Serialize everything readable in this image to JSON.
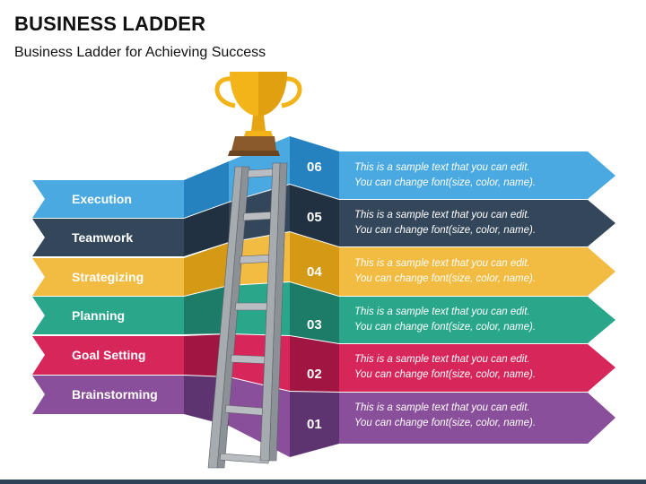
{
  "page": {
    "title": "BUSINESS LADDER",
    "subtitle": "Business Ladder for Achieving Success"
  },
  "steps": [
    {
      "label": "Brainstorming",
      "number": "01",
      "desc_line1": "This is a sample text that you can edit.",
      "desc_line2": "You can change font(size, color, name).",
      "color": "#8a4f9a",
      "dark": "#5e3470"
    },
    {
      "label": "Goal Setting",
      "number": "02",
      "desc_line1": "This is a sample text that you can edit.",
      "desc_line2": "You can change font(size, color, name).",
      "color": "#d6265a",
      "dark": "#a11542"
    },
    {
      "label": "Planning",
      "number": "03",
      "desc_line1": "This is a sample text that you can edit.",
      "desc_line2": "You can change font(size, color, name).",
      "color": "#2aa78b",
      "dark": "#1d7c67"
    },
    {
      "label": "Strategizing",
      "number": "04",
      "desc_line1": "This is a sample text that you can edit.",
      "desc_line2": "You can change font(size, color, name).",
      "color": "#f2bb42",
      "dark": "#d49a16"
    },
    {
      "label": "Teamwork",
      "number": "05",
      "desc_line1": "This is a sample text that you can edit.",
      "desc_line2": "You can change font(size, color, name).",
      "color": "#34465a",
      "dark": "#223142"
    },
    {
      "label": "Execution",
      "number": "06",
      "desc_line1": "This is a sample text that you can edit.",
      "desc_line2": "You can change font(size, color, name).",
      "color": "#49a9e0",
      "dark": "#2682bf"
    }
  ],
  "icons": {
    "trophy": "trophy-icon",
    "ladder": "ladder-icon"
  },
  "colors": {
    "trophy_gold": "#f2b418",
    "trophy_base": "#8a5a2b",
    "ladder_gray": "#9a9fa5",
    "footer_bar": "#2e4356"
  }
}
